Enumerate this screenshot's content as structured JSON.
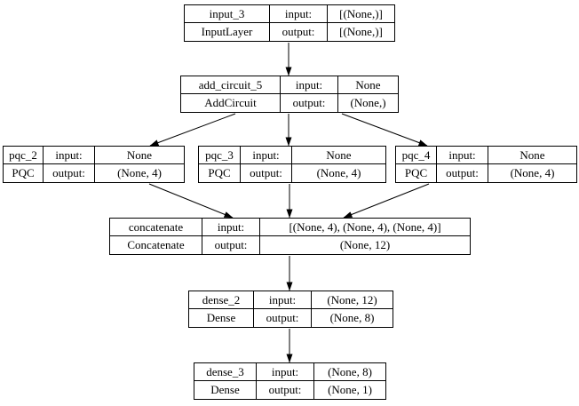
{
  "diagram": {
    "background_color": "#ffffff",
    "line_color": "#000000",
    "labels": {
      "input": "input:",
      "output": "output:"
    },
    "nodes": [
      {
        "id": "input_3",
        "name": "input_3",
        "type": "InputLayer",
        "input_value": "[(None,)]",
        "output_value": "[(None,)]"
      },
      {
        "id": "add_circuit_5",
        "name": "add_circuit_5",
        "type": "AddCircuit",
        "input_value": "None",
        "output_value": "(None,)"
      },
      {
        "id": "pqc_2",
        "name": "pqc_2",
        "type": "PQC",
        "input_value": "None",
        "output_value": "(None, 4)"
      },
      {
        "id": "pqc_3",
        "name": "pqc_3",
        "type": "PQC",
        "input_value": "None",
        "output_value": "(None, 4)"
      },
      {
        "id": "pqc_4",
        "name": "pqc_4",
        "type": "PQC",
        "input_value": "None",
        "output_value": "(None, 4)"
      },
      {
        "id": "concatenate",
        "name": "concatenate",
        "type": "Concatenate",
        "input_value": "[(None, 4), (None, 4), (None, 4)]",
        "output_value": "(None, 12)"
      },
      {
        "id": "dense_2",
        "name": "dense_2",
        "type": "Dense",
        "input_value": "(None, 12)",
        "output_value": "(None, 8)"
      },
      {
        "id": "dense_3",
        "name": "dense_3",
        "type": "Dense",
        "input_value": "(None, 8)",
        "output_value": "(None, 1)"
      }
    ],
    "edges": [
      {
        "from": "input_3",
        "to": "add_circuit_5"
      },
      {
        "from": "add_circuit_5",
        "to": "pqc_2"
      },
      {
        "from": "add_circuit_5",
        "to": "pqc_3"
      },
      {
        "from": "add_circuit_5",
        "to": "pqc_4"
      },
      {
        "from": "pqc_2",
        "to": "concatenate"
      },
      {
        "from": "pqc_3",
        "to": "concatenate"
      },
      {
        "from": "pqc_4",
        "to": "concatenate"
      },
      {
        "from": "concatenate",
        "to": "dense_2"
      },
      {
        "from": "dense_2",
        "to": "dense_3"
      }
    ]
  }
}
